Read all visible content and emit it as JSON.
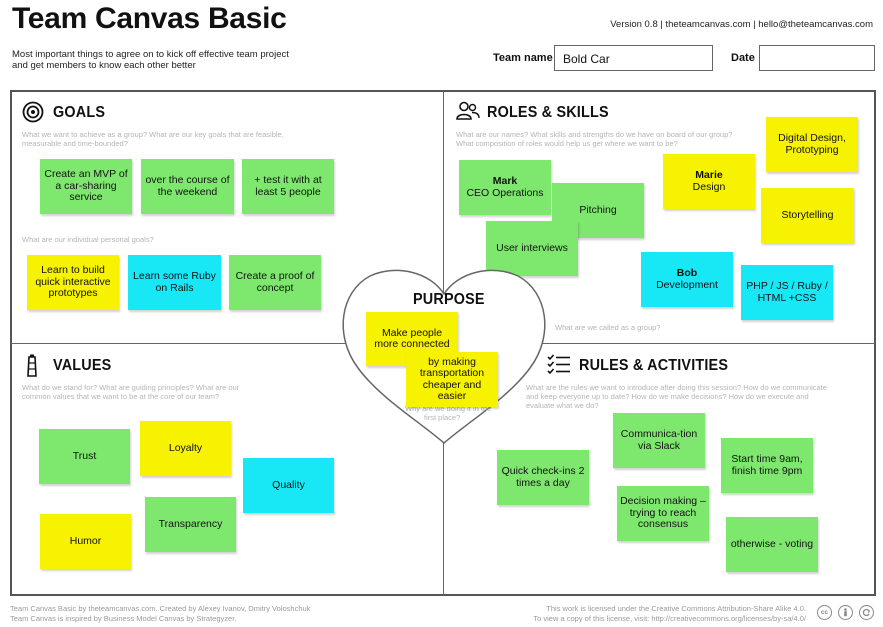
{
  "header": {
    "title": "Team Canvas Basic",
    "subtitle_line1": "Most important things to agree on to kick off effective team project",
    "subtitle_line2": "and get members to know each other better",
    "meta": "Version 0.8  |  theteamcanvas.com  |  hello@theteamcanvas.com",
    "team_name_label": "Team name",
    "team_name_value": "Bold Car",
    "date_label": "Date",
    "date_value": ""
  },
  "goals": {
    "title": "GOALS",
    "icon": "target-icon",
    "hint1_line1": "What we want to achieve as a group? What are our key goals that are feasible,",
    "hint1_line2": "measurable and time-bounded?",
    "hint2": "What are our individual personal goals?",
    "notes": [
      {
        "text": "Create an MVP of a car-sharing service",
        "color": "green"
      },
      {
        "text": "over the course of the weekend",
        "color": "green"
      },
      {
        "text": "+ test it with at least 5 people",
        "color": "green"
      },
      {
        "text": "Learn to build quick interactive prototypes",
        "color": "yellow"
      },
      {
        "text": "Learn some Ruby on Rails",
        "color": "cyan"
      },
      {
        "text": "Create a proof of concept",
        "color": "green"
      }
    ]
  },
  "roles": {
    "title": "ROLES & SKILLS",
    "icon": "people-icon",
    "hint1_line1": "What are our names? What skills and strengths do we have on board of our group?",
    "hint1_line2": "What composition of roles would help us get where we want to be?",
    "hint2": "What are we called as a group?",
    "notes": [
      {
        "name": "Mark",
        "text": "CEO Operations",
        "color": "green"
      },
      {
        "text": "Pitching",
        "color": "green"
      },
      {
        "text": "User interviews",
        "color": "green"
      },
      {
        "name": "Marie",
        "text": "Design",
        "color": "yellow"
      },
      {
        "text": "Digital Design, Prototyping",
        "color": "yellow"
      },
      {
        "text": "Storytelling",
        "color": "yellow"
      },
      {
        "name": "Bob",
        "text": "Development",
        "color": "cyan"
      },
      {
        "text": "PHP / JS / Ruby / HTML +CSS",
        "color": "cyan"
      }
    ]
  },
  "values": {
    "title": "VALUES",
    "icon": "lighthouse-icon",
    "hint_line1": "What do we stand for? What are guiding principles? What are our",
    "hint_line2": "common values that we want to be at the core of our team?",
    "notes": [
      {
        "text": "Trust",
        "color": "green"
      },
      {
        "text": "Loyalty",
        "color": "yellow"
      },
      {
        "text": "Quality",
        "color": "cyan"
      },
      {
        "text": "Transparency",
        "color": "green"
      },
      {
        "text": "Humor",
        "color": "yellow"
      }
    ]
  },
  "rules": {
    "title": "RULES & ACTIVITIES",
    "icon": "checklist-icon",
    "hint_line1": "What are the rules we want to introduce after doing this session? How do we communicate",
    "hint_line2": "and keep everyone up to date? How do we make decisions? How do we execute and",
    "hint_line3": "evaluate what we do?",
    "notes": [
      {
        "text": "Communica-tion via Slack",
        "color": "green"
      },
      {
        "text": "Quick check-ins 2 times a day",
        "color": "green"
      },
      {
        "text": "Start time 9am, finish time 9pm",
        "color": "green"
      },
      {
        "text": "Decision making – trying to reach consensus",
        "color": "green"
      },
      {
        "text": "otherwise - voting",
        "color": "green"
      }
    ]
  },
  "purpose": {
    "title": "PURPOSE",
    "hint_line1": "Why are we doing it in the",
    "hint_line2": "first place?",
    "notes": [
      {
        "text": "Make people more connected",
        "color": "yellow"
      },
      {
        "text": "by making transportation cheaper and easier",
        "color": "yellow"
      }
    ]
  },
  "footer": {
    "left_line1": "Team Canvas Basic by theteamcanvas.com. Created by Alexey Ivanov, Dmitry Voloshchuk",
    "left_line2": "Team Canvas is inspired by Business Model Canvas by Strategyzer.",
    "right_line1": "This work is licensed under the Creative Commons Attribution-Share Alike 4.0.",
    "right_line2": "To view a copy of this license, visit: http://creativecommons.org/licenses/by-sa/4.0/",
    "license_icons": [
      "cc",
      "by",
      "sa"
    ]
  },
  "colors": {
    "green": "#7ee86e",
    "yellow": "#f6f200",
    "cyan": "#18e8f5"
  }
}
